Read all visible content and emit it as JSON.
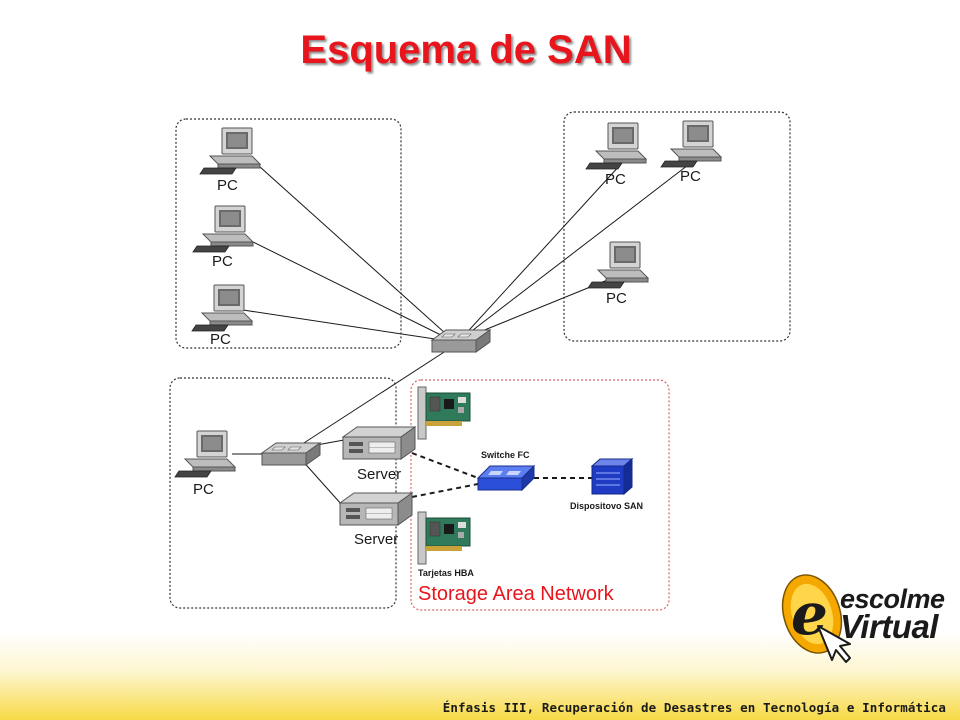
{
  "slide": {
    "title": "Esquema de SAN",
    "footer": "Énfasis III, Recuperación de Desastres en Tecnología e Informática"
  },
  "diagram": {
    "labels": {
      "pc": "PC",
      "server": "Server",
      "switch_fc": "Switche FC",
      "san_device": "Dispositovo SAN",
      "hba_cards": "Tarjetas HBA",
      "san_zone": "Storage Area Network"
    }
  },
  "logo": {
    "letter": "e",
    "word1": "escolme",
    "word2": "Virtual"
  },
  "colors": {
    "title": "#e8151c",
    "san_zone_border": "#e06060",
    "san_zone_label": "#e8151c",
    "fc_switch": "#2b4fd8",
    "san_device": "#1f3bc4",
    "footer_band": "#f8da45",
    "logo_accent": "#f5a900"
  }
}
